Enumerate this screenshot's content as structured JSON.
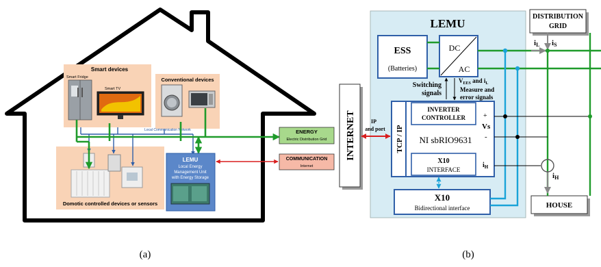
{
  "panel_a": {
    "caption": "(a)",
    "smart_devices": {
      "title": "Smart devices",
      "fridge": "Smart Fridge",
      "tv": "Smart TV"
    },
    "conventional_devices": {
      "title": "Conventional devices"
    },
    "local_network": "Local Communication Network",
    "lemu_box": {
      "title": "LEMU",
      "line1": "Local Energy",
      "line2": "Management Unit",
      "line3": "with Energy Storage"
    },
    "domotic": {
      "title": "Domotic controlled devices or sensors"
    },
    "energy_box": {
      "title": "ENERGY",
      "subtitle": "Electric Distribution Grid"
    },
    "comm_box": {
      "title": "COMMUNICATION",
      "subtitle": "Internet"
    }
  },
  "panel_b": {
    "caption": "(b)",
    "lemu_title": "LEMU",
    "ess": {
      "title": "ESS",
      "subtitle": "(Batteries)"
    },
    "converter": {
      "dc": "DC",
      "ac": "AC"
    },
    "switching": {
      "line1": "Switching",
      "line2": "signals"
    },
    "measure": {
      "line1a": "V",
      "line1sub": "EES",
      "line1b": " and i",
      "line1sub2": "L",
      "line2": "Measure and",
      "line3": "error signals"
    },
    "internet": "INTERNET",
    "ip_label": {
      "line1": "IP",
      "line2": "and port"
    },
    "tcp_ip": "TCP / IP",
    "inverter": {
      "line1": "INVERTER",
      "line2": "CONTROLLER"
    },
    "sbrio": "NI sbRIO9631",
    "x10_interface": {
      "title": "X10",
      "subtitle": "INTERFACE"
    },
    "x10_bidir": {
      "title": "X10",
      "subtitle": "Bidirectional interface"
    },
    "vs": {
      "plus": "+",
      "label": "Vs",
      "minus": "-"
    },
    "ih_left": "i",
    "ih_left_sub": "H",
    "ih_right": "i",
    "ih_right_sub": "H",
    "distribution": {
      "line1": "DISTRIBUTION",
      "line2": "GRID"
    },
    "il": "i",
    "il_sub": "L",
    "is": "i",
    "is_sub": "S",
    "house": "HOUSE"
  },
  "colors": {
    "energy_green": "#1f9b2b",
    "comm_red": "#d81e1e",
    "lemu_blue": "#5b87c9",
    "device_peach": "#f9d3b6",
    "lemu_bg": "#d7ecf4",
    "signal_blue": "#1aa3d8"
  }
}
